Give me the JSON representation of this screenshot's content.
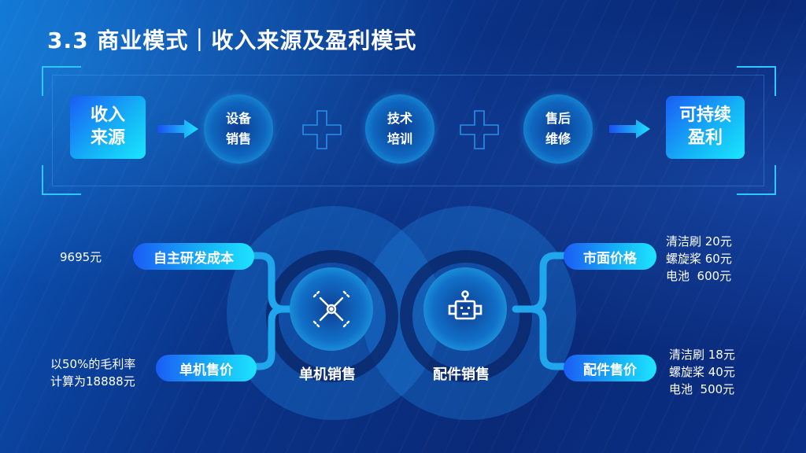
{
  "title": "3.3 商业模式｜收入来源及盈利模式",
  "flow": {
    "source": {
      "line1": "收入",
      "line2": "来源"
    },
    "items": [
      {
        "line1": "设备",
        "line2": "销售"
      },
      {
        "line1": "技术",
        "line2": "培训"
      },
      {
        "line1": "售后",
        "line2": "维修"
      }
    ],
    "result": {
      "line1": "可持续",
      "line2": "盈利"
    },
    "operator": "plus-icon"
  },
  "left": {
    "hub_label": "单机销售",
    "hub_icon": "drone-icon",
    "pills": [
      {
        "label": "自主研发成本",
        "note": [
          "9695元"
        ]
      },
      {
        "label": "单机售价",
        "note": [
          "以50%的毛利率",
          "计算为18888元"
        ]
      }
    ]
  },
  "right": {
    "hub_label": "配件销售",
    "hub_icon": "robot-icon",
    "pills": [
      {
        "label": "市面价格",
        "note": [
          "清洁刷 20元",
          "螺旋桨 60元",
          "电池  600元"
        ]
      },
      {
        "label": "配件售价",
        "note": [
          "清洁刷 18元",
          "螺旋桨 40元",
          "电池  500元"
        ]
      }
    ]
  },
  "colors": {
    "accent": "#1ee3ff",
    "accent_dark": "#1b5cf5",
    "background": "#0a2a78",
    "corner": "#2ec7ff"
  }
}
